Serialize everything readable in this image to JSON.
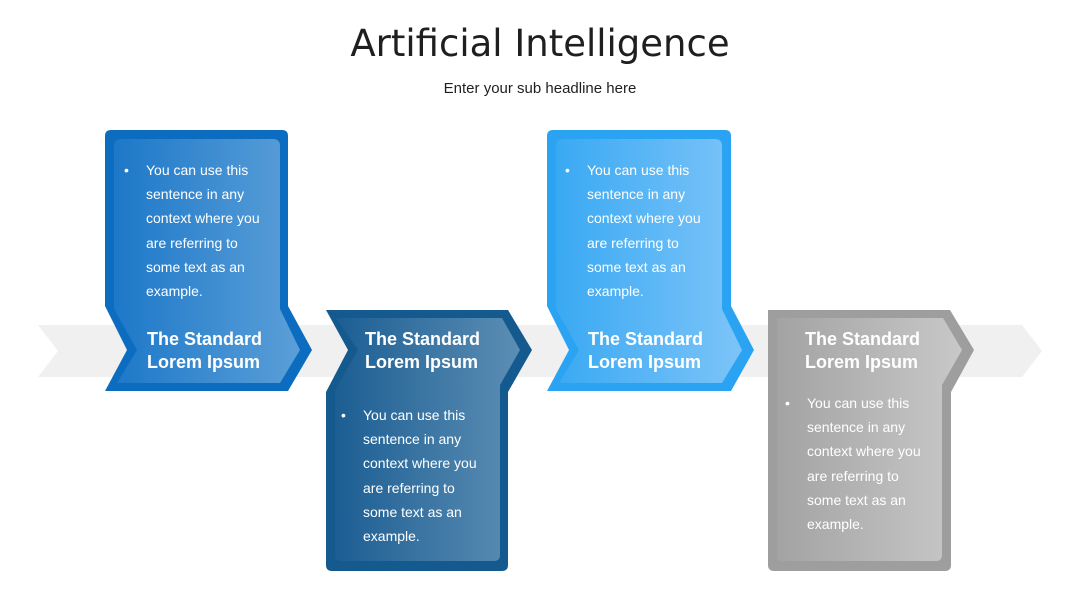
{
  "page": {
    "title": "Artificial Intelligence",
    "subtitle": "Enter your sub headline here"
  },
  "steps": [
    {
      "heading_line1": "The Standard",
      "heading_line2": "Lorem Ipsum",
      "bullet": "You can use this sentence in any context where you are referring to some text as an example.",
      "color_outer": "#0b6cc0",
      "color_inner_start": "#1d78c8",
      "color_inner_end": "#5b9fd8"
    },
    {
      "heading_line1": "The Standard",
      "heading_line2": "Lorem Ipsum",
      "bullet": "You can use this sentence in any context where you are referring to some text as an example.",
      "color_outer": "#155a8f",
      "color_inner_start": "#1c5e93",
      "color_inner_end": "#5c8eb4"
    },
    {
      "heading_line1": "The Standard",
      "heading_line2": "Lorem Ipsum",
      "bullet": "You can use this sentence in any context where you are referring to some text as an example.",
      "color_outer": "#2aa3f2",
      "color_inner_start": "#3aa9f3",
      "color_inner_end": "#7cc4f8"
    },
    {
      "heading_line1": "The Standard",
      "heading_line2": "Lorem Ipsum",
      "bullet": "You can use this sentence in any context where you are referring to some text as an example.",
      "color_outer": "#9e9e9e",
      "color_inner_start": "#a3a3a3",
      "color_inner_end": "#c8c8c8"
    }
  ],
  "band_color": "#f0f0f0",
  "bullet_glyph": "•"
}
